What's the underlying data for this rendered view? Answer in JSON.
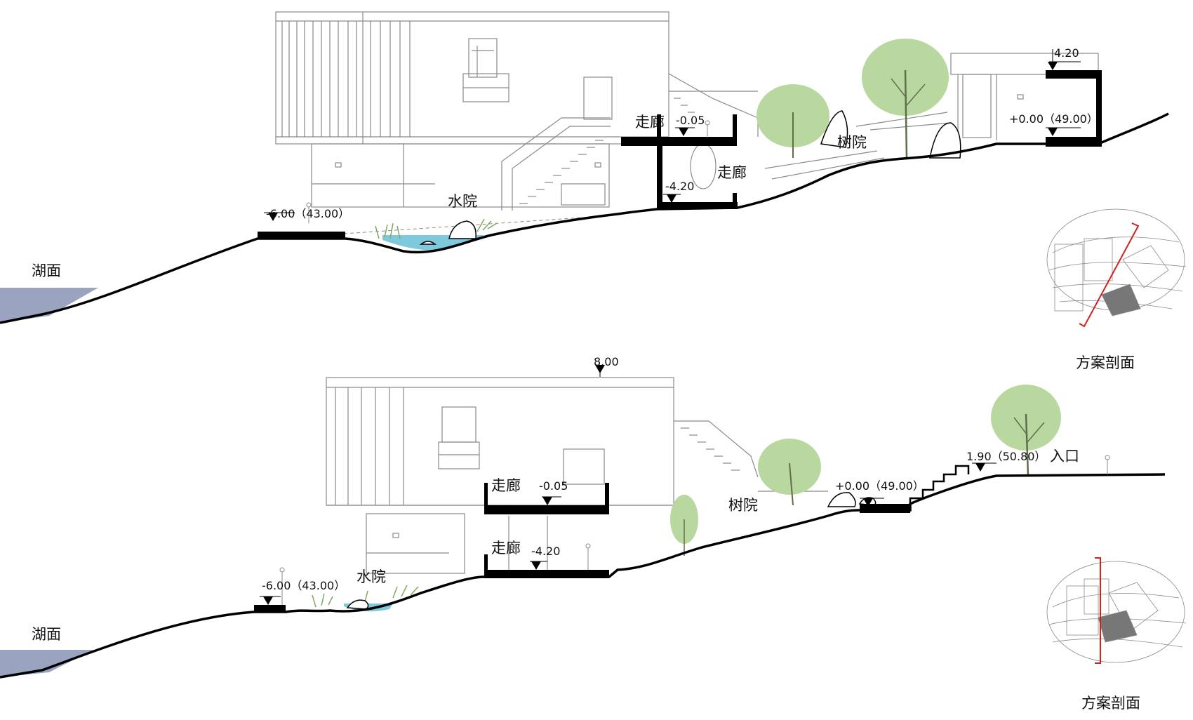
{
  "colors": {
    "line": "#000000",
    "thin": "#8a8a8a",
    "water": "#9aa3bf",
    "pond": "#7fc9dc",
    "tree": "#b9d8a0",
    "trunk": "#5f6f4a",
    "plan_red": "#d22020"
  },
  "section1": {
    "labels": {
      "lake": "湖面",
      "water_court": "水院",
      "corridor_upper": "走廊",
      "corridor_lower": "走廊",
      "tree_court": "树院"
    },
    "levels": {
      "bottom": "-6.00（43.00）",
      "corridor_upper": "-0.05",
      "corridor_lower": "-4.20",
      "zero": "+0.00（49.00）",
      "top": "4.20"
    },
    "keyplan_title": "方案剖面"
  },
  "section2": {
    "labels": {
      "lake": "湖面",
      "water_court": "水院",
      "corridor_upper": "走廊",
      "corridor_lower": "走廊",
      "tree_court": "树院",
      "entrance": "入口"
    },
    "levels": {
      "roof": "8.00",
      "bottom": "-6.00（43.00）",
      "corridor_upper": "-0.05",
      "corridor_lower": "-4.20",
      "zero": "+0.00（49.00）",
      "entrance": "1.90（50.80）"
    },
    "keyplan_title": "方案剖面"
  }
}
